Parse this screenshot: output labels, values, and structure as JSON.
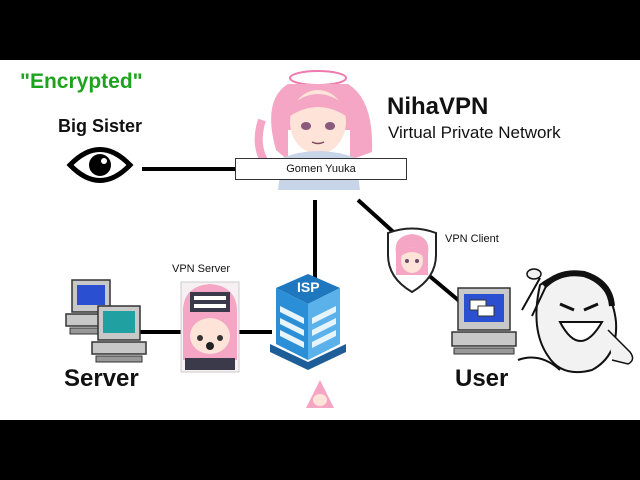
{
  "labels": {
    "encrypted": "\"Encrypted\"",
    "big_sister": "Big Sister",
    "brand": "NihaVPN",
    "subtitle": "Virtual Private Network",
    "name_bar": "Gomen Yuuka",
    "vpn_client": "VPN Client",
    "vpn_server": "VPN Server",
    "isp": "ISP",
    "server": "Server",
    "user": "User"
  },
  "colors": {
    "encrypted": "#1fa31f",
    "hair": "#f4a6c4",
    "building": "#2a8fd6",
    "monitor_screen": "#2a4fd0",
    "line": "#000000"
  },
  "icons": [
    "eye-icon",
    "computer-icon",
    "isp-building-icon",
    "shield-icon",
    "anime-girl-avatar",
    "laughing-man-image"
  ]
}
